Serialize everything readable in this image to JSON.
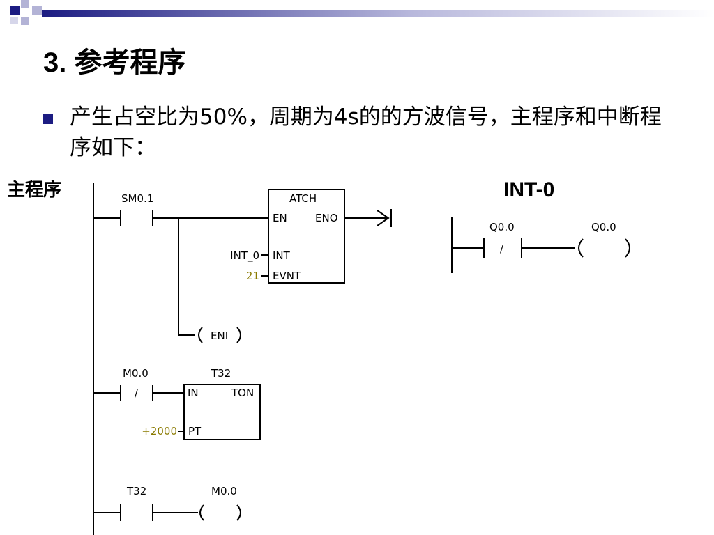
{
  "slide": {
    "title": "3. 参考程序",
    "bullet_text": "产生占空比为50%，周期为4s的的方波信号，主程序和中断程序如下："
  },
  "colors": {
    "header_dark": "#1c1c82",
    "header_light": "#b3b3d6",
    "bullet": "#1c1c82",
    "param_olive": "#8a7a00"
  },
  "main_program": {
    "label": "主程序",
    "network1": {
      "contact": "SM0.1",
      "box_title": "ATCH",
      "en": "EN",
      "eno": "ENO",
      "int_pin": "INT",
      "evnt_pin": "EVNT",
      "int_value": "INT_0",
      "evnt_value": "21",
      "coil": "ENI"
    },
    "network2": {
      "contact": "M0.0",
      "contact_symbol": "/",
      "box_title": "T32",
      "in_pin": "IN",
      "ton": "TON",
      "pt_pin": "PT",
      "pt_value": "+2000"
    },
    "network3": {
      "contact": "T32",
      "coil": "M0.0"
    }
  },
  "interrupt_program": {
    "label": "INT-0",
    "contact": "Q0.0",
    "contact_symbol": "/",
    "coil": "Q0.0"
  }
}
